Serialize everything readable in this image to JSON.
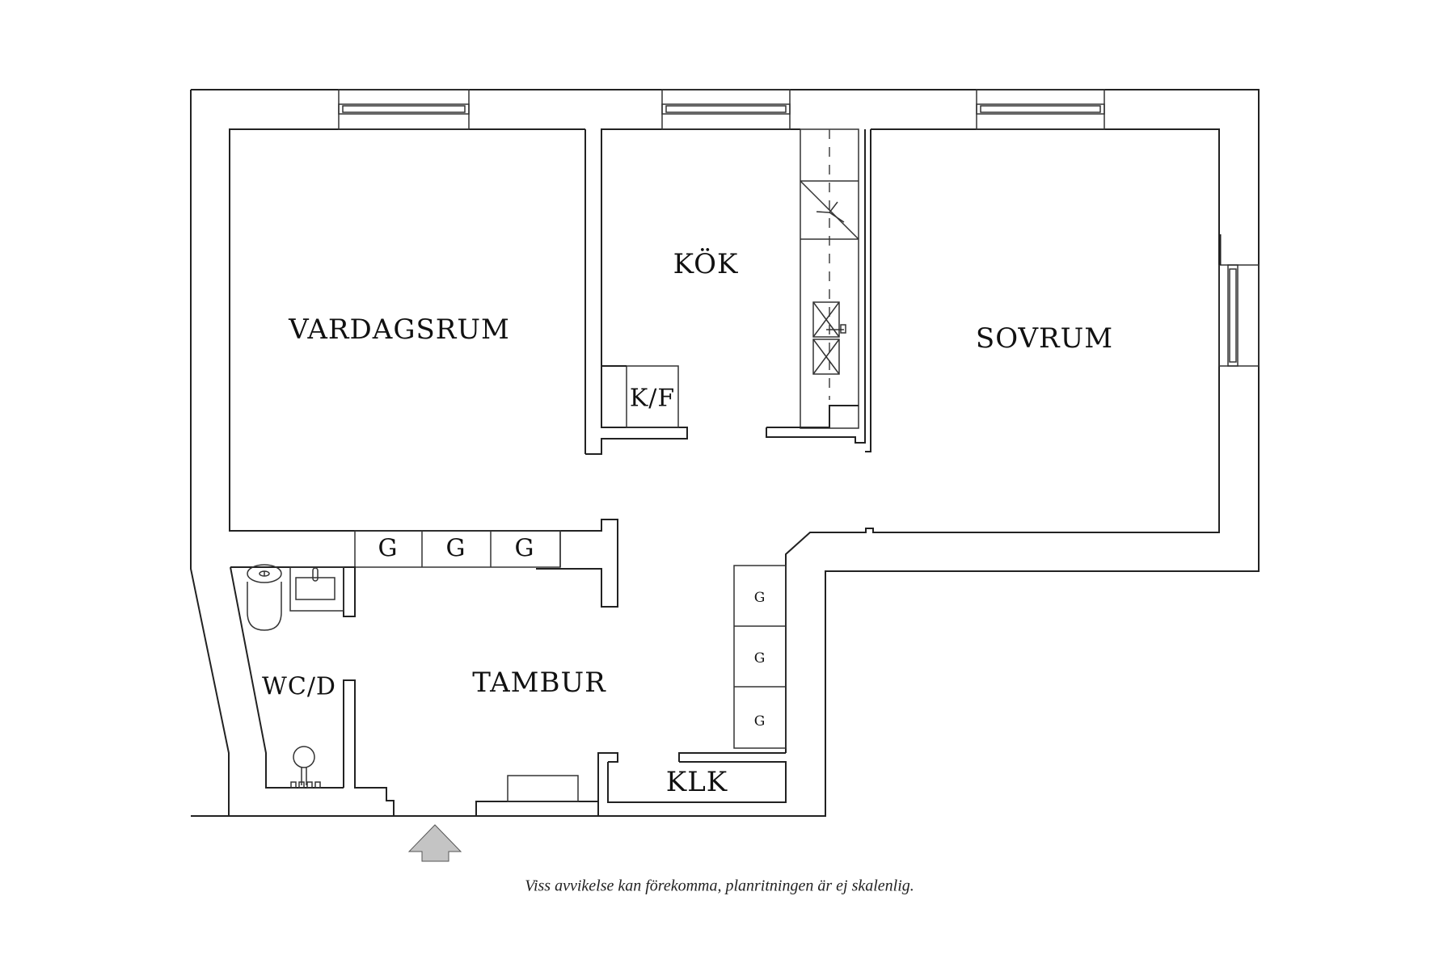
{
  "floorplan": {
    "rooms": {
      "living_room": "VARDAGSRUM",
      "kitchen": "KÖK",
      "bedroom": "SOVRUM",
      "hall": "TAMBUR",
      "bathroom": "WC/D",
      "walk_in_closet": "KLK",
      "fridge_freezer": "K/F"
    },
    "wardrobes": {
      "hall_row": [
        "G",
        "G",
        "G"
      ],
      "hall_column": [
        "G",
        "G",
        "G"
      ]
    },
    "entrance_arrow": {
      "icon": "entrance-arrow-icon",
      "color": "#c4c4c4"
    },
    "colors": {
      "wall_line": "#222222",
      "background": "#ffffff"
    },
    "disclaimer": "Viss avvikelse kan förekomma, planritningen är ej skalenlig."
  }
}
